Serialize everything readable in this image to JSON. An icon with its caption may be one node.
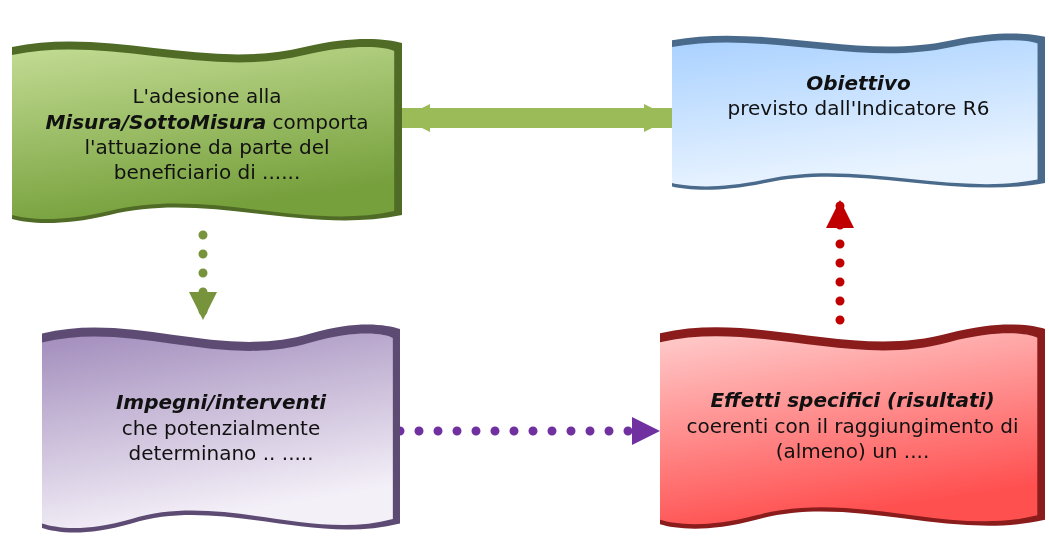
{
  "diagram": {
    "nodes": [
      {
        "text": [
          "L'adesione alla **Misura/SottoMisura** comporta l'attuazione da parte del beneficiario di ......"
        ]
      },
      {
        "text": [
          "Obiettivo",
          "previsto dall'Indicatore R6"
        ]
      },
      {
        "text": [
          "Impegni/interventi",
          "che potenzialmente determinano .. ....."
        ]
      },
      {
        "text": [
          "Effetti specifici (risultati)",
          "coerenti con il raggiungimento di (almeno) un ...."
        ]
      }
    ],
    "edges": [
      {
        "from": 0,
        "to": 1,
        "arrow": "both",
        "style": "thick",
        "color": "#9bbb59"
      },
      {
        "from": 0,
        "to": 2,
        "arrow": "to",
        "style": "dashed",
        "color": "#77933c"
      },
      {
        "from": 2,
        "to": 3,
        "arrow": "to",
        "style": "dashed",
        "color": "#7030a0"
      },
      {
        "from": 3,
        "to": 1,
        "arrow": "to",
        "style": "dashed",
        "color": "#c00000"
      }
    ]
  }
}
